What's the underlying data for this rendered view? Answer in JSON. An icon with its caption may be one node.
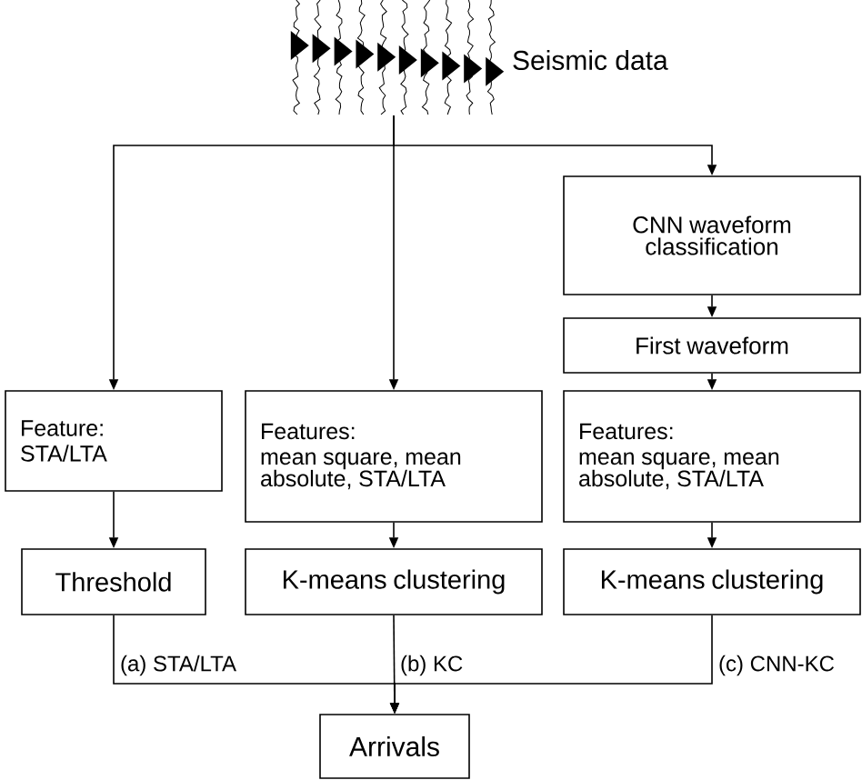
{
  "diagram": {
    "nodes": [
      {
        "text": [],
        "shape": "picture",
        "beside": [
          "Seismic data"
        ]
      },
      {
        "text": [
          "Feature:",
          "STA/LTA"
        ]
      },
      {
        "text": [
          "Features:",
          "mean square, mean absolute, STA/LTA"
        ]
      },
      {
        "text": [
          "CNN waveform classification"
        ]
      },
      {
        "text": [
          "First waveform"
        ]
      },
      {
        "text": [
          "Features:",
          "mean square, mean absolute, STA/LTA"
        ]
      },
      {
        "text": [
          "Threshold"
        ]
      },
      {
        "text": [
          "K-means clustering"
        ]
      },
      {
        "text": [
          "K-means clustering"
        ]
      },
      {
        "text": [
          "Arrivals"
        ]
      }
    ],
    "edges": [
      {
        "from": 0,
        "to": 1,
        "arrow": "to"
      },
      {
        "from": 0,
        "to": 2,
        "arrow": "to"
      },
      {
        "from": 0,
        "to": 3,
        "arrow": "to"
      },
      {
        "from": 3,
        "to": 4,
        "arrow": "to"
      },
      {
        "from": 1,
        "to": 6,
        "arrow": "to"
      },
      {
        "from": 2,
        "to": 7,
        "arrow": "to"
      },
      {
        "from": 4,
        "to": 5,
        "arrow": "to"
      },
      {
        "from": 5,
        "to": 8,
        "arrow": "to"
      },
      {
        "from": 6,
        "to": 9,
        "arrow": "to",
        "label": "(a) STA/LTA"
      },
      {
        "from": 7,
        "to": 9,
        "arrow": "to",
        "label": "(b) KC"
      },
      {
        "from": 8,
        "to": 9,
        "arrow": "to",
        "label": "(c) CNN-KC"
      }
    ]
  }
}
